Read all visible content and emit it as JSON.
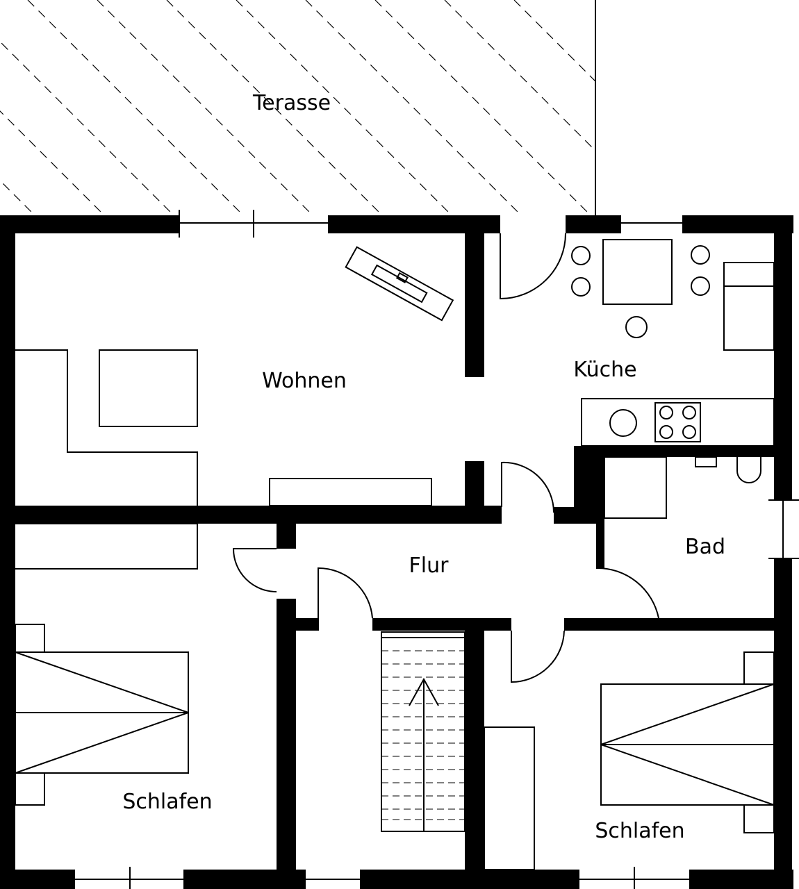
{
  "rooms": {
    "terrace": "Terasse",
    "living": "Wohnen",
    "kitchen": "Küche",
    "bath": "Bad",
    "hall": "Flur",
    "bedroom_left": "Schlafen",
    "bedroom_right": "Schlafen"
  }
}
